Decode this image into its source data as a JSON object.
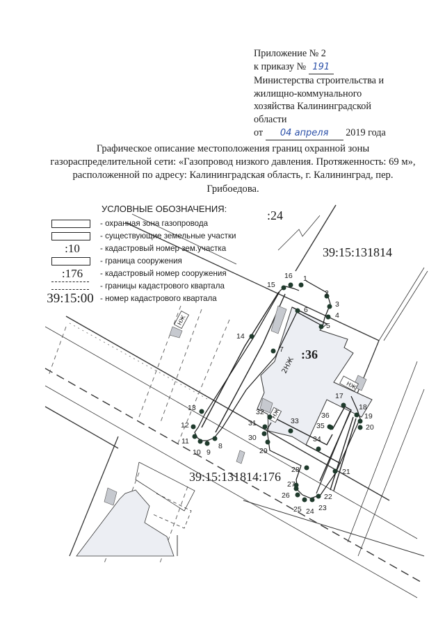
{
  "appendix": {
    "line1": "Приложение № 2",
    "order_prefix": "к приказу №",
    "order_number": "191",
    "line3": "Министерства строительства и",
    "line4": "жилищно-коммунального",
    "line5": "хозяйства Калининградской",
    "line6": "области",
    "date_prefix": "от",
    "date_handwritten": "04 апреля",
    "date_suffix": "2019 года"
  },
  "title": {
    "text": "Графическое описание местоположения границ охранной зоны газораспределительной сети: «Газопровод низкого давления. Протяженность: 69 м», расположенной по адресу: Калининградская область, г. Калининград, пер. Грибоедова."
  },
  "legend": {
    "heading": "УСЛОВНЫЕ ОБОЗНАЧЕНИЯ:",
    "items": [
      {
        "symbol": "box",
        "description": "- охранная зона газопровода"
      },
      {
        "symbol": "box",
        "description": "- существующие земельные участки"
      },
      {
        "symbol": ":10",
        "description": "- кадастровый номер зем.участка"
      },
      {
        "symbol": "box",
        "description": "- граница сооружения"
      },
      {
        "symbol": ":176",
        "description": "- кадастровый номер сооружения"
      },
      {
        "symbol": "dashed-box",
        "description": "- границы кадастрового квартала"
      },
      {
        "symbol": "39:15:00",
        "description": "- номер кадастрового квартала"
      }
    ]
  },
  "map": {
    "labels": {
      "parcel_24": ":24",
      "quarter": "39:15:131814",
      "parcel_36": ":36",
      "building_floors": "2НЖ",
      "structure": "39:15:131814:176",
      "small_building_1": "НЖ",
      "small_building_2": "НЖ",
      "small_building_3": "НЖ",
      "left_building": "НЖ"
    },
    "points": [
      "1",
      "2",
      "3",
      "4",
      "5",
      "6",
      "7",
      "8",
      "9",
      "10",
      "11",
      "12",
      "13",
      "14",
      "15",
      "16",
      "17",
      "18",
      "19",
      "20",
      "21",
      "22",
      "23",
      "24",
      "25",
      "26",
      "27",
      "28",
      "29",
      "30",
      "31",
      "32",
      "33",
      "34",
      "35",
      "36"
    ],
    "colors": {
      "point": "#1f3a2c",
      "building_fill": "#eceef3",
      "shade": "#c6c9cf",
      "line": "#222222"
    }
  }
}
